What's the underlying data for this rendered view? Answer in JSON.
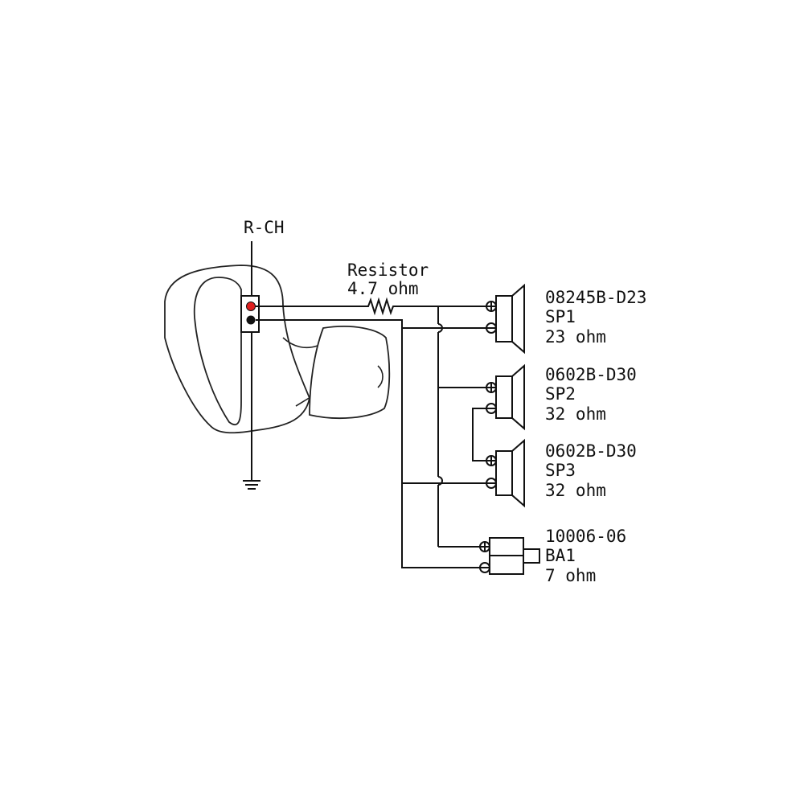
{
  "channel_label": "R-CH",
  "resistor": {
    "name": "Resistor",
    "value": "4.7 ohm"
  },
  "drivers": [
    {
      "model": "08245B-D23",
      "id": "SP1",
      "impedance": "23 ohm"
    },
    {
      "model": "0602B-D30",
      "id": "SP2",
      "impedance": "32 ohm"
    },
    {
      "model": "0602B-D30",
      "id": "SP3",
      "impedance": "32 ohm"
    },
    {
      "model": "10006-06",
      "id": "BA1",
      "impedance": "7 ohm"
    }
  ],
  "colors": {
    "positive_terminal": "#e02020",
    "negative_terminal": "#111111",
    "line": "#111111"
  }
}
